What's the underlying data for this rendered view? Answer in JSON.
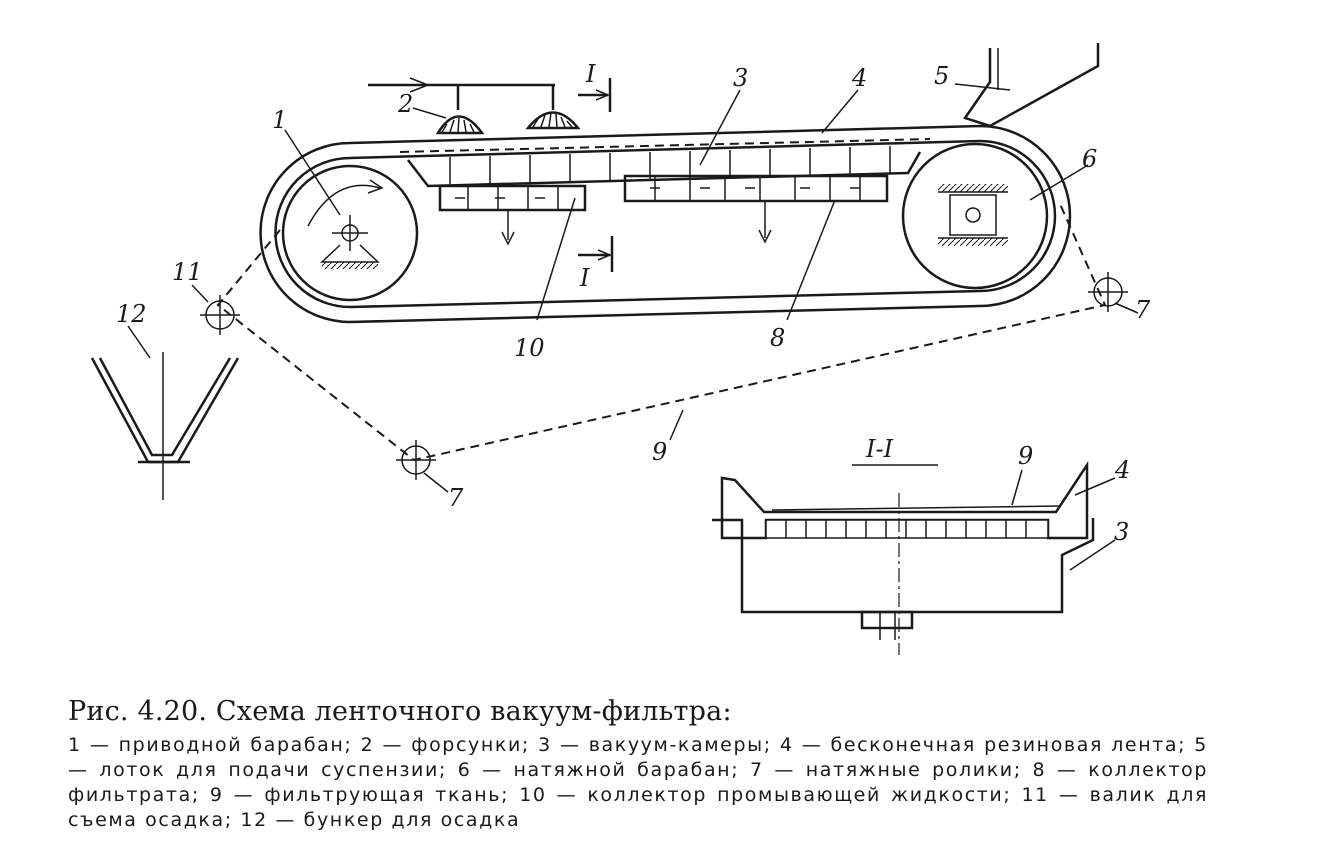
{
  "figure": {
    "title": "Рис. 4.20. Схема ленточного вакуум-фильтра:",
    "legend": "1 — приводной барабан; 2 — форсунки; 3 — вакуум-камеры; 4 — бесконечная резиновая лента; 5 — лоток для подачи суспензии; 6 — натяжной барабан; 7 — натяжные ролики; 8 — коллектор фильтрата; 9 — фильтрующая ткань; 10 — коллектор промывающей жидкости; 11 — валик для съема осадка; 12 — бункер для осадка"
  },
  "labels": {
    "n1": "1",
    "n2": "2",
    "n3": "3",
    "n4": "4",
    "n5": "5",
    "n6": "6",
    "n7a": "7",
    "n7b": "7",
    "n8": "8",
    "n9": "9",
    "n10": "10",
    "n11": "11",
    "n12": "12",
    "section_top": "I",
    "section_bottom": "I",
    "section_title": "I-I",
    "s3": "3",
    "s4": "4",
    "s9": "9"
  },
  "colors": {
    "ink": "#1a1a1a",
    "paper": "#ffffff"
  }
}
